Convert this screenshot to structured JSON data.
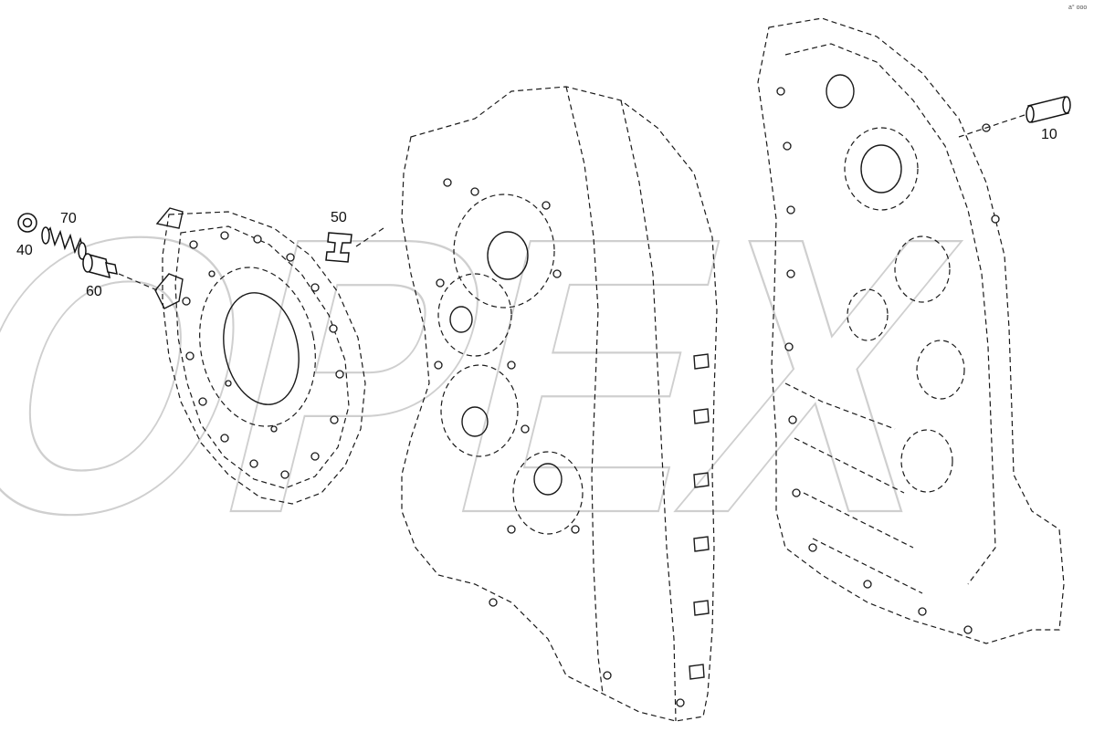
{
  "figure": {
    "corner_mark": "a° ooo",
    "watermark_text": "OPEX"
  },
  "callouts": [
    {
      "id": "10",
      "text": "10"
    },
    {
      "id": "40",
      "text": "40"
    },
    {
      "id": "50",
      "text": "50"
    },
    {
      "id": "60",
      "text": "60"
    },
    {
      "id": "70",
      "text": "70"
    }
  ],
  "icons": {
    "part_10": "sleeve-icon",
    "part_40": "nut-icon",
    "part_50": "clip-icon",
    "part_60": "plug-icon",
    "part_70": "spring-icon"
  }
}
